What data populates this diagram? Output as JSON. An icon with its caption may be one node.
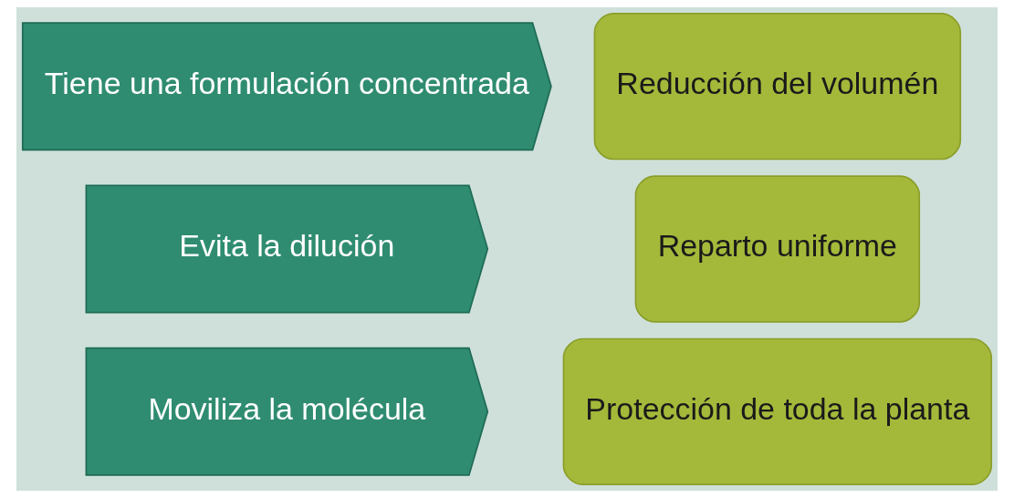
{
  "diagram": {
    "nodes": [
      {
        "text": [
          "Moviliza la molécula"
        ]
      },
      {
        "text": [
          "Protección de toda la planta"
        ]
      },
      {
        "text": [
          "Evita la dilución"
        ]
      },
      {
        "text": [
          "Reparto uniforme"
        ]
      },
      {
        "text": [
          "Tiene una formulación concentrada"
        ]
      },
      {
        "text": [
          "Reducción del volumén"
        ]
      }
    ]
  }
}
